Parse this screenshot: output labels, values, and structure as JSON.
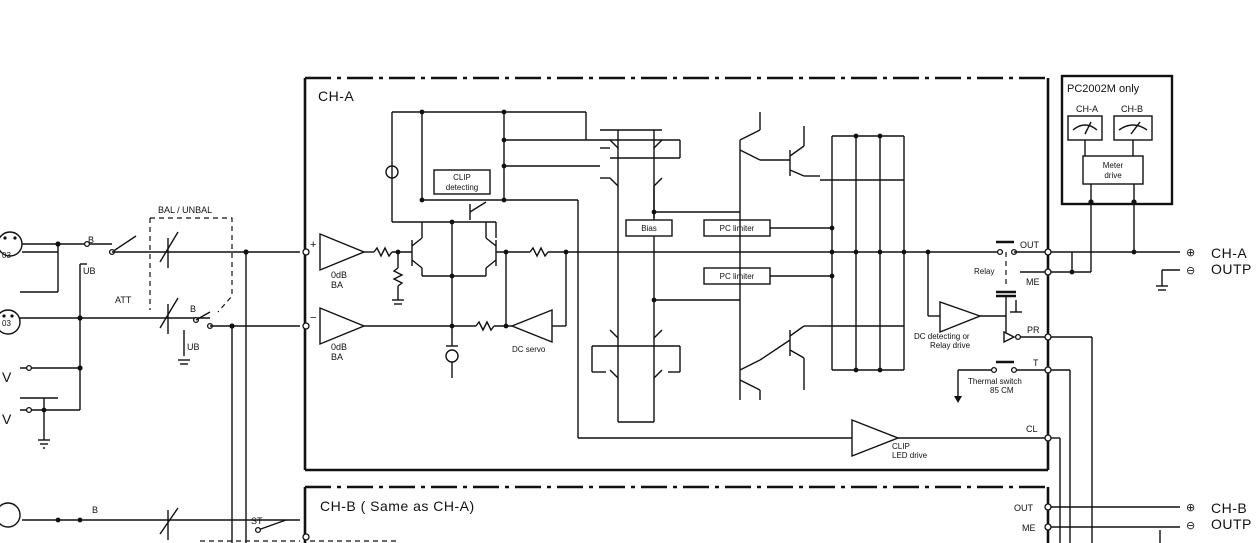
{
  "ch_a": {
    "title": "CH-A"
  },
  "ch_b": {
    "title": "CH-B ( Same as CH-A)"
  },
  "meter": {
    "title": "PC2002M only",
    "ch_a": "CH-A",
    "ch_b": "CH-B",
    "drive_line1": "Meter",
    "drive_line2": "drive"
  },
  "input": {
    "bal_unbal": "BAL / UNBAL",
    "att": "ATT",
    "b_top": "B",
    "ub_top": "UB",
    "b_mid": "B",
    "ub_mid": "UB",
    "b_bottom": "B",
    "st": "ST",
    "plus": "+",
    "minus": "−"
  },
  "blocks": {
    "amp_plus_line1": "0dB",
    "amp_plus_line2": "BA",
    "amp_minus_line1": "0dB",
    "amp_minus_line2": "BA",
    "clip_line1": "CLIP",
    "clip_line2": "detecting",
    "bias": "Bias",
    "pc_limiter_1": "PC limiter",
    "pc_limiter_2": "PC limiter",
    "dc_servo": "DC servo",
    "dc_detect_line1": "DC detecting or",
    "dc_detect_line2": "Relay drive",
    "relay": "Relay",
    "thermal_line1": "Thermal switch",
    "thermal_line2": "85 CM",
    "clip_led_line1": "CLIP",
    "clip_led_line2": "LED drive"
  },
  "terminals": {
    "out": "OUT",
    "me": "ME",
    "pr": "PR",
    "t": "T",
    "cl": "CL",
    "out_b": "OUT",
    "me_b": "ME"
  },
  "outputs": {
    "plus_symbol": "⊕",
    "minus_symbol": "⊖",
    "ch_a": "CH-A",
    "ch_a_sub": "OUTP",
    "ch_b": "CH-B",
    "ch_b_sub": "OUTP"
  },
  "connectors": {
    "xlr_1": "03",
    "xlr_2": "03",
    "v_1": "V",
    "v_2": "V"
  }
}
